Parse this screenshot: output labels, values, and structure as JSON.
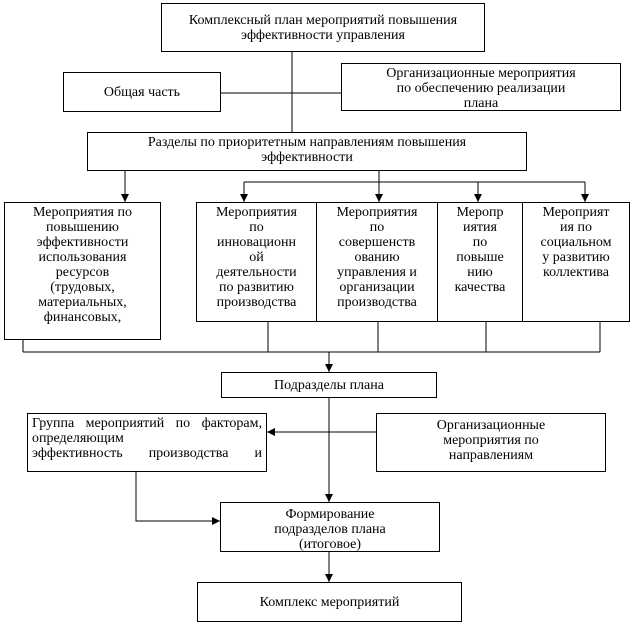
{
  "nodes": {
    "plan": "Комплексный план мероприятий повышения эффективности управления",
    "general": "Общая часть",
    "org_support": "Организационные мероприятия по обеспечению реализации плана",
    "sections": "Разделы по приоритетным направлениям повышения эффективности",
    "resources": "Мероприятия по повышению эффективности использования ресурсов (трудовых, материальных, финансовых,",
    "innovation": "Мероприятия по инновационной деятельности по развитию производства",
    "improvement": "Мероприятия по совершенствованию управления и организации производства",
    "quality": "Мероприятия по повышению качества",
    "social": "Мероприятия по социальному развитию коллектива",
    "subsections": "Подразделы плана",
    "factor_group_a": "Группа мероприятий по факторам, определяющим",
    "factor_group_b": "эффективность производства и",
    "org_directions": "Организационные мероприятия по направлениям",
    "forming": "Формирование подразделов плана (итоговое)",
    "complex": "Комплекс мероприятий"
  },
  "lines": {
    "innovation": [
      "Мероприятия",
      "по",
      "инновационн",
      "ой",
      "деятельности",
      "по развитию",
      "производства"
    ],
    "improvement": [
      "Мероприятия",
      "по",
      "совершенств",
      "ованию",
      "управления и",
      "организации",
      "производства"
    ],
    "quality": [
      "Меропр",
      "иятия",
      "по",
      "повыше",
      "нию",
      "качества"
    ],
    "social": [
      "Мероприят",
      "ия по",
      "социальном",
      "у развитию",
      "коллектива"
    ],
    "resources": [
      "Мероприятия по",
      "повышению",
      "эффективности",
      "использования",
      "ресурсов",
      "(трудовых,",
      "материальных,",
      "финансовых,"
    ]
  }
}
